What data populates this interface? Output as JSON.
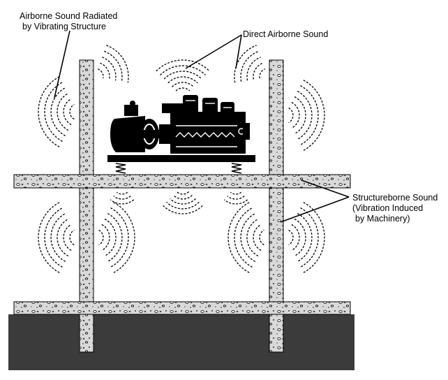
{
  "labels": {
    "airborne_radiated": {
      "line1": "Airborne Sound Radiated",
      "line2": "by Vibrating Structure"
    },
    "direct_airborne": "Direct Airborne Sound",
    "structureborne": {
      "line1": "Structureborne Sound",
      "line2": "(Vibration Induced",
      "line3": "by Machinery)"
    }
  },
  "colors": {
    "ink": "#000000",
    "concrete": "#d4d4d4",
    "ground": "#3a3a3a",
    "background": "#ffffff"
  }
}
